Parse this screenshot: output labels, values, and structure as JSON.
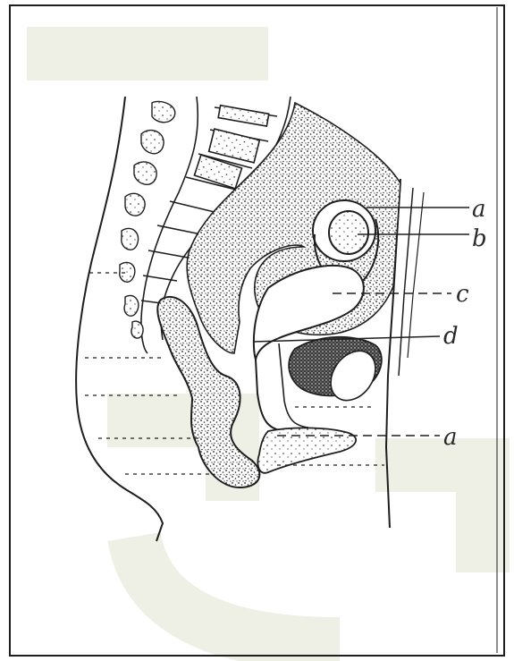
{
  "figure": {
    "labels": [
      {
        "id": "a",
        "text": "a"
      },
      {
        "id": "b",
        "text": "b"
      },
      {
        "id": "c",
        "text": "c"
      },
      {
        "id": "d",
        "text": "d"
      },
      {
        "id": "e",
        "text": "a"
      }
    ]
  },
  "colors": {
    "ink": "#1e1e1e",
    "paper": "#ffffff",
    "watermark": "#eef0e6"
  }
}
